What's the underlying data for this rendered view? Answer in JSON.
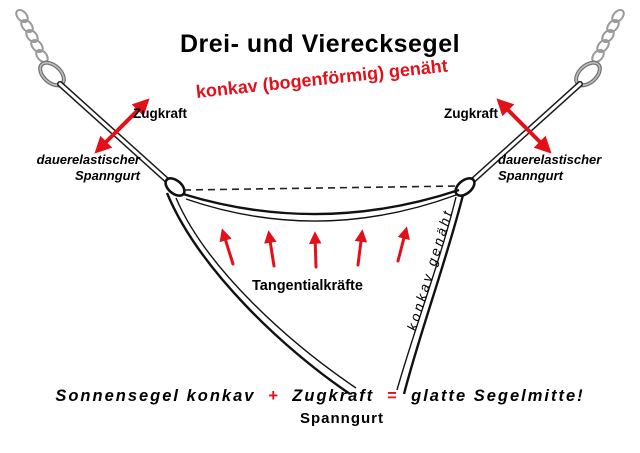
{
  "colors": {
    "accent_red": "#e31019",
    "line_black": "#111111",
    "hardware_gray": "#8c8c8c"
  },
  "icons": {
    "spring": "coil-shape",
    "carabiner": "oval-ring",
    "force_arrow": "red-arrow"
  },
  "title": "Drei- und Vierecksegel",
  "subtitle": "konkav (bogenförmig) genäht",
  "labels": {
    "zugkraft_left": "Zugkraft",
    "zugkraft_right": "Zugkraft",
    "spanngurt_left_line1": "dauerelastischer",
    "spanngurt_left_line2": "Spanngurt",
    "spanngurt_right_line1": "dauerelastischer",
    "spanngurt_right_line2": "Spanngurt",
    "tangential": "Tangentialkräfte",
    "edge_seam": "konkav genäht"
  },
  "formula": {
    "part1": "Sonnensegel konkav",
    "plus": "+",
    "part2": "Zugkraft",
    "equals": "=",
    "part3": "glatte Segelmitte!",
    "line2": "Spanngurt"
  }
}
